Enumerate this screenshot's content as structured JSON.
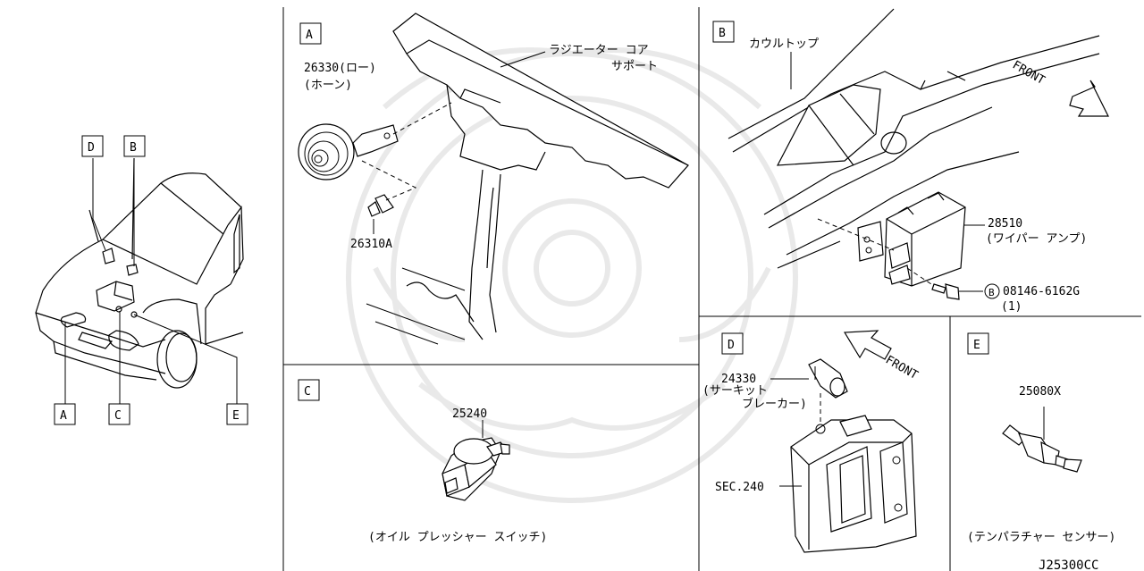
{
  "diagram_id": "J25300CC",
  "panels": {
    "overview": {
      "labels": [
        "D",
        "B",
        "A",
        "C",
        "E"
      ]
    },
    "A": {
      "letter": "A",
      "part1_number": "26330(ロー)",
      "part1_name": "(ホーン)",
      "part2_number": "26310A",
      "part3_name_line1": "ラジエーター コア",
      "part3_name_line2": "サポート"
    },
    "B": {
      "letter": "B",
      "cowl_label": "カウルトップ",
      "front_label": "FRONT",
      "part1_number": "28510",
      "part1_name": "(ワイパー アンプ)",
      "bolt_marker": "B",
      "bolt_number": "08146-6162G",
      "bolt_qty": "(1)"
    },
    "C": {
      "letter": "C",
      "part_number": "25240",
      "part_name": "(オイル プレッシャー スイッチ)"
    },
    "D": {
      "letter": "D",
      "front_label": "FRONT",
      "part_number": "24330",
      "part_name_line1": "(サーキット",
      "part_name_line2": "ブレーカー)",
      "sec_ref": "SEC.240"
    },
    "E": {
      "letter": "E",
      "part_number": "25080X",
      "part_name": "(テンパラチャー センサー)"
    }
  }
}
